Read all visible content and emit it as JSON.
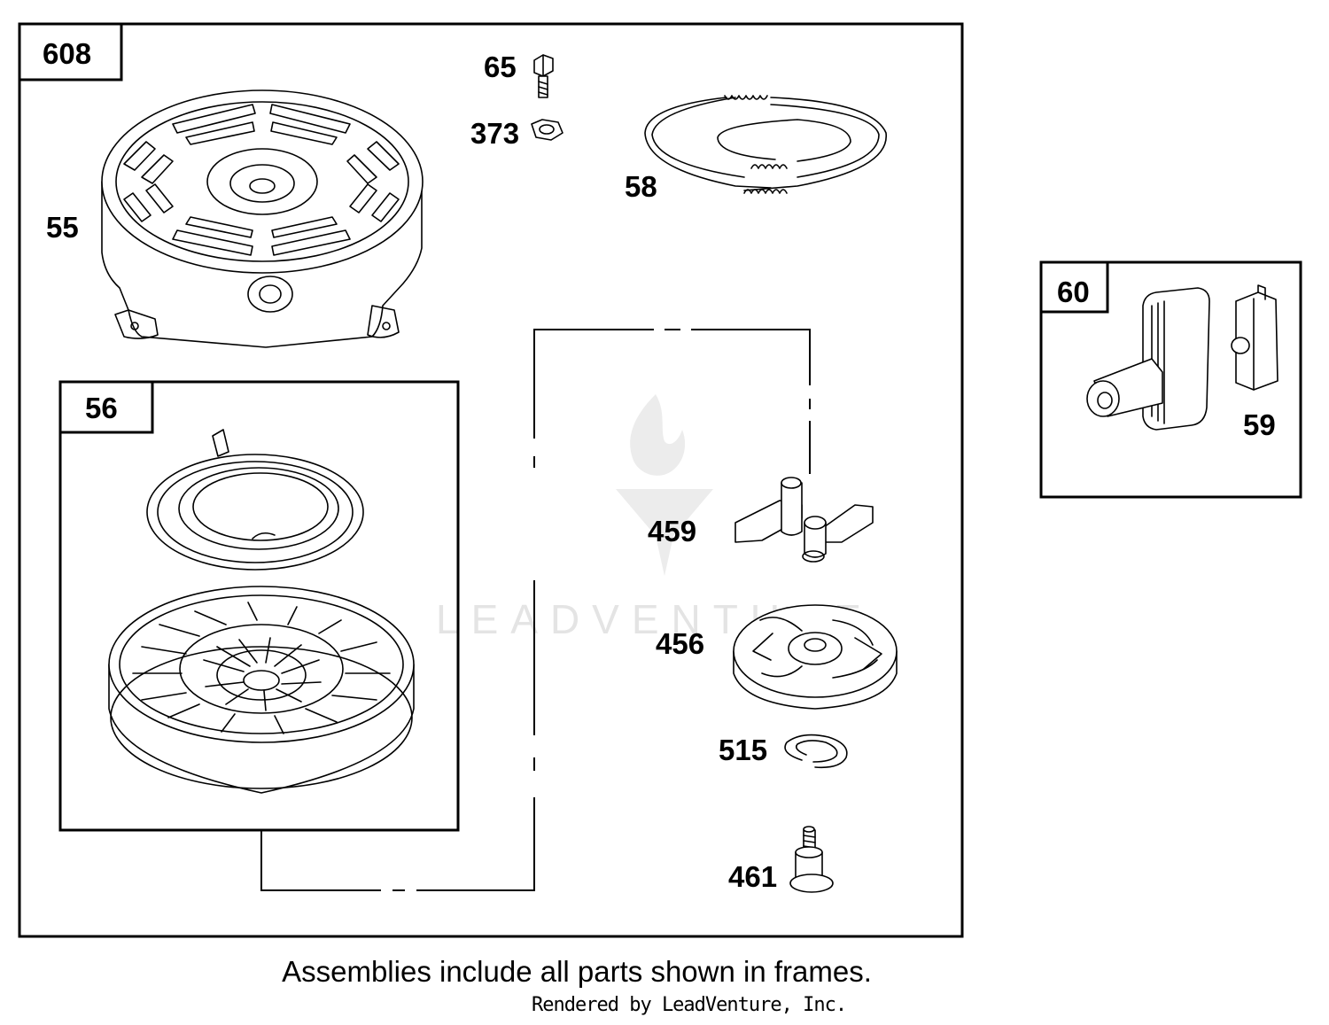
{
  "frames": {
    "main": "608",
    "sub": "56",
    "handle": "60"
  },
  "parts": {
    "p65": "65",
    "p373": "373",
    "p55": "55",
    "p58": "58",
    "p459": "459",
    "p456": "456",
    "p515": "515",
    "p461": "461",
    "p59": "59"
  },
  "watermark": "LEADVENTURE",
  "caption": "Assemblies include all parts shown in frames.",
  "credit": "Rendered by LeadVenture, Inc."
}
